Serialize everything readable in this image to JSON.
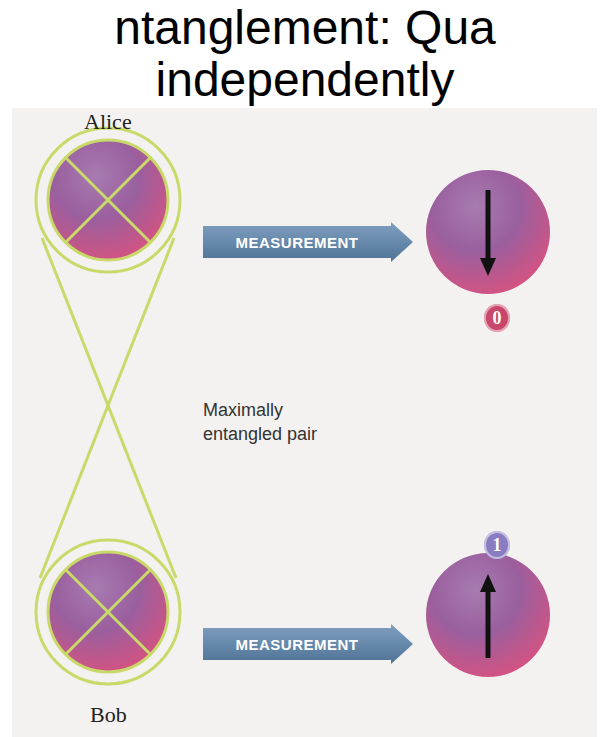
{
  "diagram": {
    "title": "ntanglement: Qua independently",
    "nodes": [
      {
        "text": [
          "MEASUREMENT"
        ]
      },
      {
        "text": [
          "0"
        ]
      },
      {
        "text": [
          "1"
        ]
      },
      {
        "text": [
          "MEASUREMENT"
        ]
      }
    ],
    "labels": [
      "Alice",
      "Maximally entangled pair",
      "Bob"
    ]
  }
}
